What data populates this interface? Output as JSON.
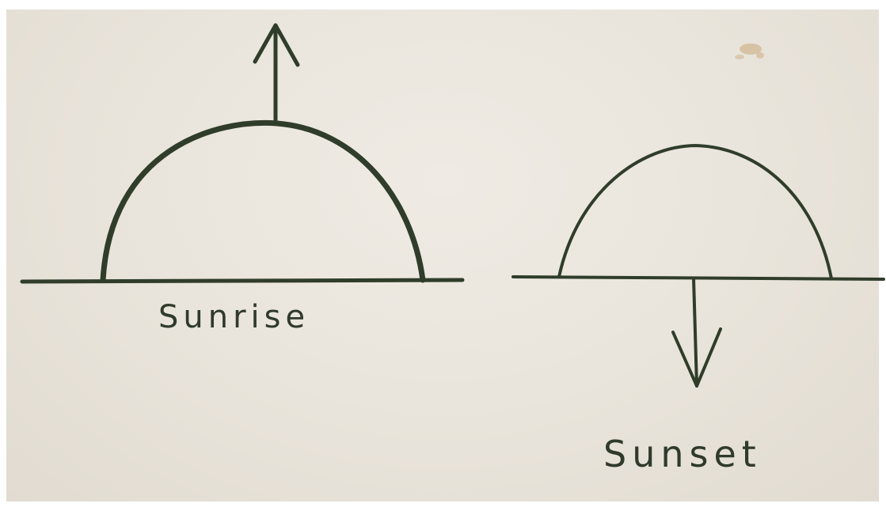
{
  "diagram": {
    "ink_color": "#2f3d2a",
    "paper_color": "#e9e4dc",
    "stain_color": "#c9a878",
    "panels": [
      {
        "id": "sunrise",
        "label": "Sunrise",
        "arrow_direction": "up"
      },
      {
        "id": "sunset",
        "label": "Sunset",
        "arrow_direction": "down"
      }
    ]
  }
}
